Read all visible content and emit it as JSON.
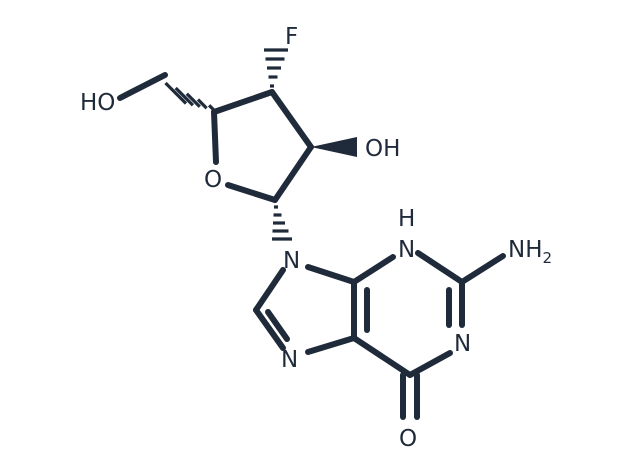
{
  "atoms": {
    "fluorine": "F",
    "hydroxyl_top": "HO",
    "hydroxyl_side": "OH",
    "ring_oxygen": "O",
    "n9": "N",
    "n3_h": "H",
    "n3": "N",
    "amine_n": "NH",
    "amine_sub": "2",
    "n1": "N",
    "n7": "N",
    "carbonyl_o": "O"
  }
}
